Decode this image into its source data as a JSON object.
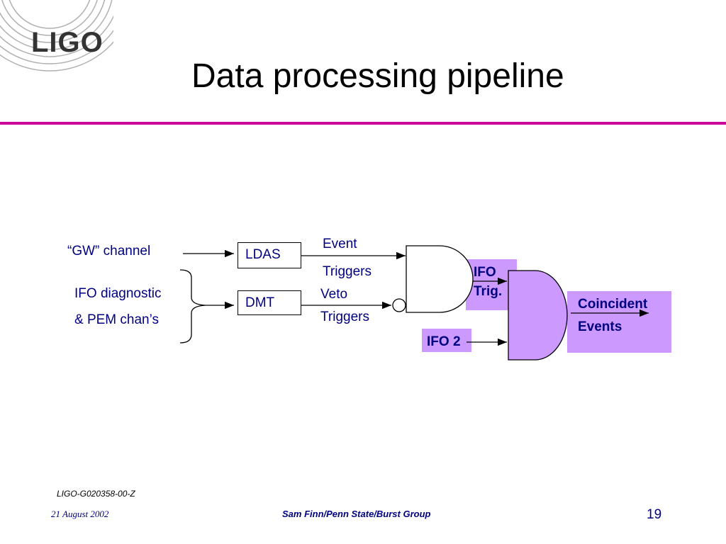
{
  "logo": {
    "text": "LIGO"
  },
  "title": "Data processing pipeline",
  "colors": {
    "rule": "#cc0099",
    "accent_fill": "#cc99ff",
    "text": "#000080"
  },
  "inputs": {
    "gw_channel": "“GW” channel",
    "ifo_diag_line1": "IFO diagnostic",
    "ifo_diag_line2": "& PEM chan’s"
  },
  "boxes": {
    "ldas": "LDAS",
    "dmt": "DMT"
  },
  "signals": {
    "event": "Event",
    "triggers1": "Triggers",
    "veto": "Veto",
    "triggers2": "Triggers"
  },
  "gate": {
    "ifo_trig_line1": "IFO",
    "ifo_trig_line2": "Trig.",
    "ifo2": "IFO 2"
  },
  "output": {
    "line1": "Coincident",
    "line2": "Events"
  },
  "footer": {
    "doc_id": "LIGO-G020358-00-Z",
    "date": "21 August 2002",
    "author": "Sam Finn/Penn State/Burst Group",
    "page": "19"
  }
}
